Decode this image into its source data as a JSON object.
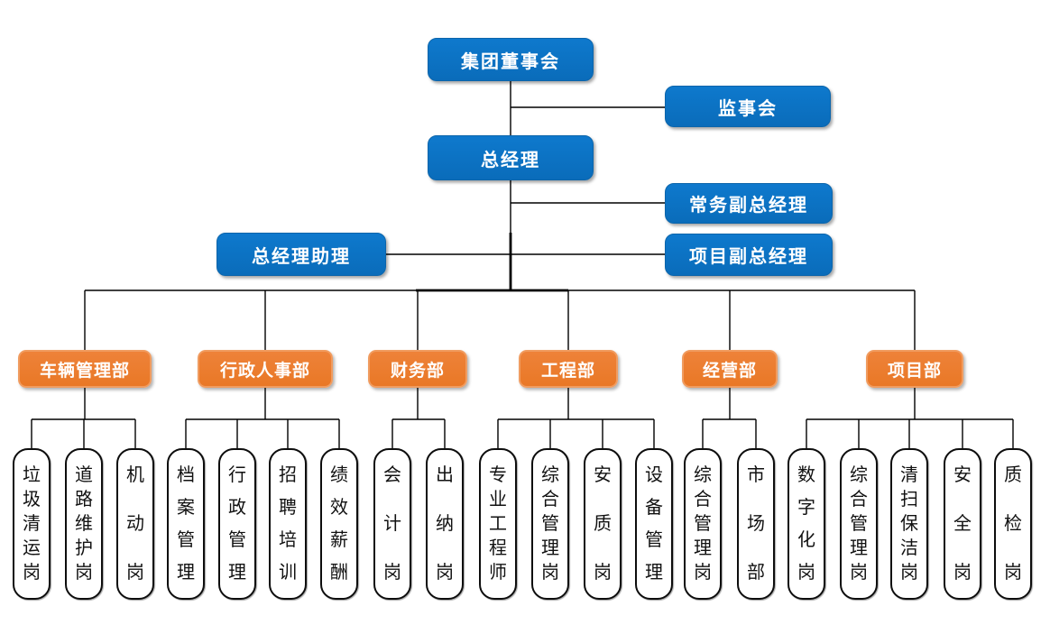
{
  "diagram_type": "org-chart",
  "colors": {
    "executive_fill": "#0B72C4",
    "department_fill": "#ED7D31",
    "position_fill": "#FFFFFF",
    "position_border": "#000000",
    "connector_line": "#000000",
    "executive_text": "#FFFFFF",
    "department_text": "#FFFFFF",
    "position_text": "#111111"
  },
  "org": {
    "top": {
      "board": "集团董事会",
      "supervisory": "监事会",
      "gm": "总经理",
      "exec_deputy_gm": "常务副总经理",
      "gm_assistant": "总经理助理",
      "project_deputy_gm": "项目副总经理"
    },
    "departments": [
      {
        "label": "车辆管理部",
        "children": [
          "垃圾清运岗",
          "道路维护岗",
          "机动岗"
        ]
      },
      {
        "label": "行政人事部",
        "children": [
          "档案管理",
          "行政管理",
          "招聘培训",
          "绩效薪酬"
        ]
      },
      {
        "label": "财务部",
        "children": [
          "会计岗",
          "出纳岗"
        ]
      },
      {
        "label": "工程部",
        "children": [
          "专业工程师",
          "综合管理岗",
          "安质岗",
          "设备管理"
        ]
      },
      {
        "label": "经营部",
        "children": [
          "综合管理岗",
          "市场部"
        ]
      },
      {
        "label": "项目部",
        "children": [
          "数字化岗",
          "综合管理岗",
          "清扫保洁岗",
          "安全岗",
          "质检岗"
        ]
      }
    ]
  }
}
